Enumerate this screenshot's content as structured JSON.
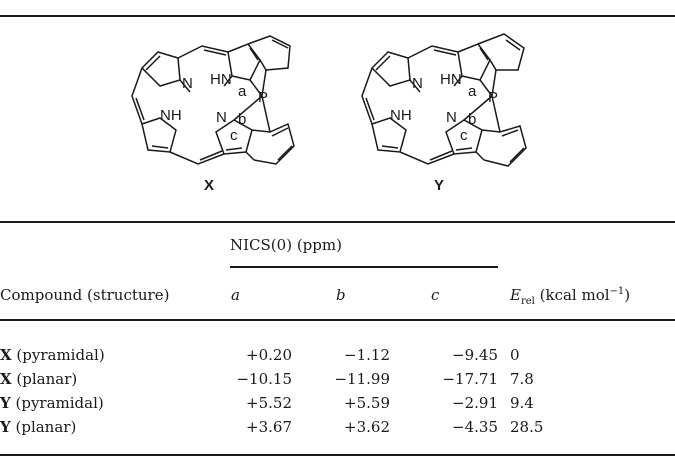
{
  "caption_fragment": "",
  "structures": [
    {
      "label": "X",
      "atoms": {
        "n1": "N",
        "hn1": "HN",
        "nh": "NH",
        "n2": "N",
        "p": "P",
        "ring_a": "a",
        "ring_b": "b",
        "ring_c": "c"
      }
    },
    {
      "label": "Y",
      "atoms": {
        "n1": "N",
        "hn1": "HN",
        "nh": "NH",
        "n2": "N",
        "p": "P",
        "ring_a": "a",
        "ring_b": "b",
        "ring_c": "c"
      }
    }
  ],
  "table": {
    "group_header": "NICS(0) (ppm)",
    "col_compound": "Compound (structure)",
    "col_a": "a",
    "col_b": "b",
    "col_c": "c",
    "col_erel_symbol": "E",
    "col_erel_sub": "rel",
    "col_erel_units": " (kcal mol",
    "col_erel_sup": "−1",
    "col_erel_close": ")",
    "rows": [
      {
        "compound": "X",
        "structure": " (pyramidal)",
        "a": "+0.20",
        "b": "−1.12",
        "c": "−9.45",
        "erel": "0"
      },
      {
        "compound": "X",
        "structure": " (planar)",
        "a": "−10.15",
        "b": "−11.99",
        "c": "−17.71",
        "erel": "7.8"
      },
      {
        "compound": "Y",
        "structure": " (pyramidal)",
        "a": "+5.52",
        "b": "+5.59",
        "c": "−2.91",
        "erel": "9.4"
      },
      {
        "compound": "Y",
        "structure": " (planar)",
        "a": "+3.67",
        "b": "+3.62",
        "c": "−4.35",
        "erel": "28.5"
      }
    ]
  }
}
